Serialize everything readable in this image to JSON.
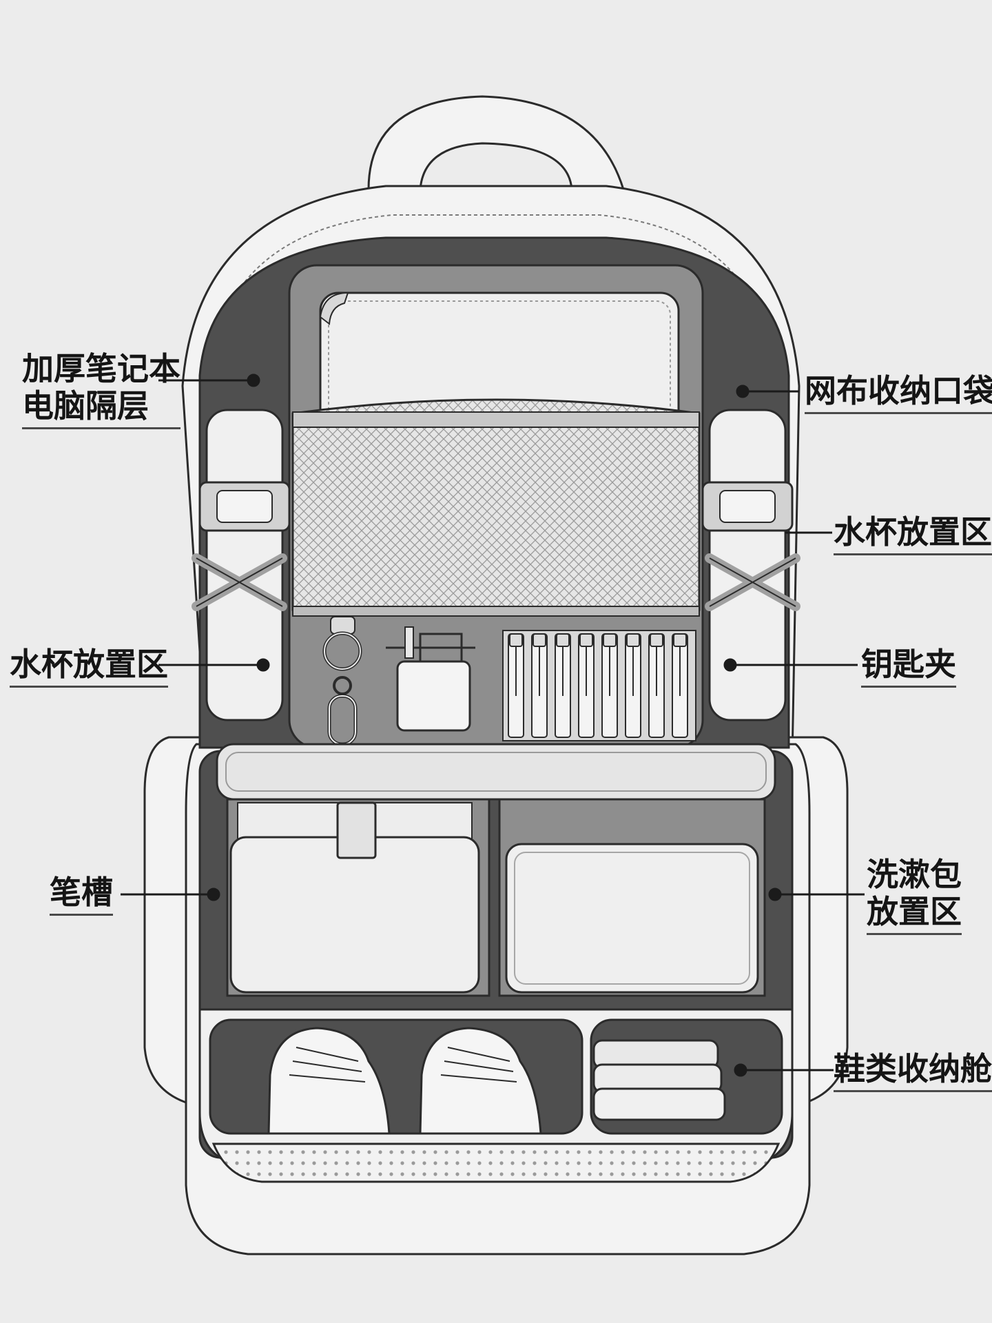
{
  "callouts": {
    "laptop": {
      "line1": "加厚笔记本",
      "line2": "电脑隔层"
    },
    "mesh_pocket": {
      "text": "网布收纳口袋"
    },
    "bottle_right": {
      "text": "水杯放置区"
    },
    "bottle_left": {
      "text": "水杯放置区"
    },
    "key_clip": {
      "text": "钥匙夹"
    },
    "pen_slot": {
      "text": "笔槽"
    },
    "toiletry": {
      "line1": "洗漱包",
      "line2": "放置区"
    },
    "shoe": {
      "text": "鞋类收纳舱"
    }
  },
  "colors": {
    "background": "#ececec",
    "shell": "#f3f3f3",
    "interior": "#4f4f4f",
    "panel": "#8a8a8a",
    "outline": "#2b2b2b"
  }
}
